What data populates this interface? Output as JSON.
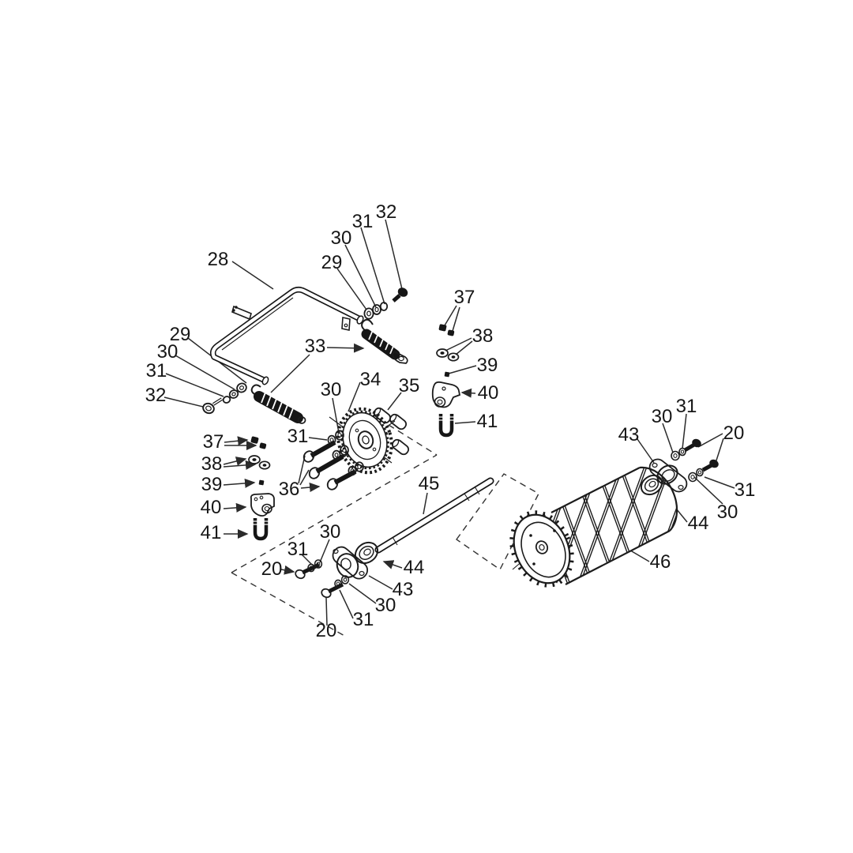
{
  "diagram": {
    "background": "#ffffff",
    "ink_color": "#1c1c1c",
    "callouts": {
      "k28": "28",
      "k29_top": "29",
      "k30_top": "30",
      "k31_top": "31",
      "k32_top": "32",
      "k37_r": "37",
      "k38_r": "38",
      "k39_r": "39",
      "k40_r": "40",
      "k41_r": "41",
      "k29_l": "29",
      "k30_l": "30",
      "k31_l": "31",
      "k32_l": "32",
      "k33": "33",
      "k34": "34",
      "k30_m": "30",
      "k35": "35",
      "k31_m": "31",
      "k36": "36",
      "k37_l": "37",
      "k38_l": "38",
      "k39_l": "39",
      "k40_l": "40",
      "k41_l": "41",
      "k45": "45",
      "k20_bl": "20",
      "k31_bl": "31",
      "k30_bl": "30",
      "k44_bl": "44",
      "k43_bl": "43",
      "k30_bb": "30",
      "k31_bb": "31",
      "k20_bb": "20",
      "k43_r": "43",
      "k30_r": "30",
      "k31_r": "31",
      "k20_r": "20",
      "k31_rb": "31",
      "k30_rb": "30",
      "k44_r": "44",
      "k46": "46"
    }
  }
}
